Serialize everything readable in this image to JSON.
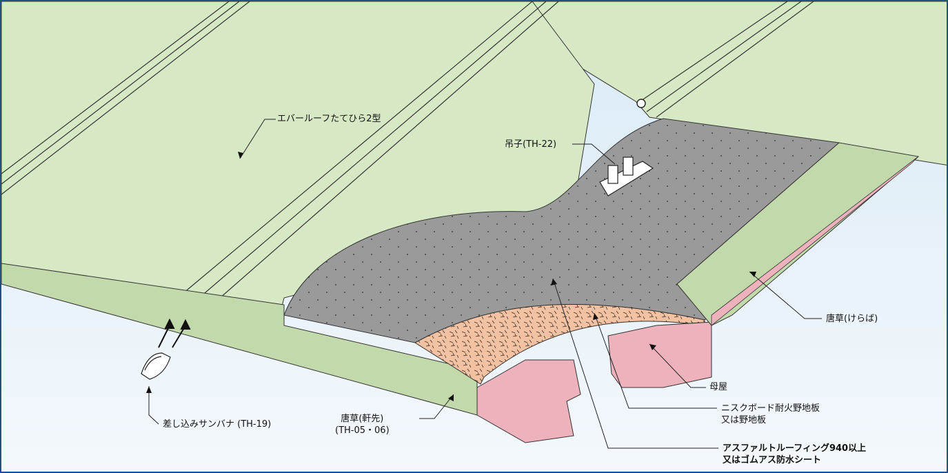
{
  "labels": {
    "roof_panel": "エバールーフたてひら2型",
    "hanger": "吊子(TH-22)",
    "verge": "唐草(けらば)",
    "purlin": "母屋",
    "board_line1": "ニスクボード耐火野地板",
    "board_line2": "又は野地板",
    "roofing_line1": "アスファルトルーフィング940以上",
    "roofing_line2": "又はゴムアス防水シート",
    "eave_line1": "唐草(軒先)",
    "eave_line2": "(TH-05・06)",
    "sanbana": "差し込みサンバナ (TH-19)"
  },
  "colors": {
    "panel": "#d6e8c4",
    "panel_edge": "#c2d9ab",
    "roofing": "#9a9a9a",
    "board": "#f3c2a3",
    "purlin": "#eeb2bd",
    "background": "#eef5fb",
    "frame": "#1f4f8f"
  }
}
